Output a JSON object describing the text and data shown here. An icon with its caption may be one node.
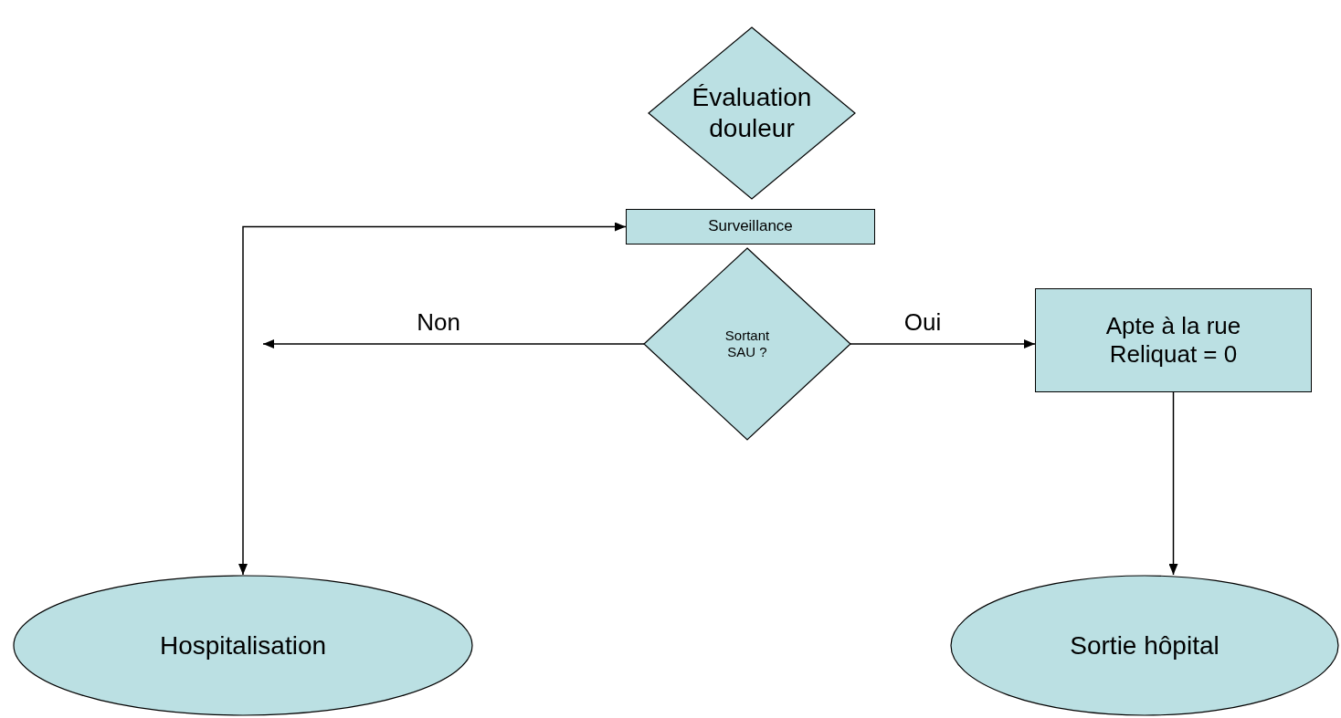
{
  "diagram": {
    "nodes": [
      {
        "text": [
          "Évaluation douleur"
        ]
      },
      {
        "text": [
          "Surveillance"
        ]
      },
      {
        "text": [
          "Sortant SAU ?"
        ]
      },
      {
        "text": [
          "Apte à la rue Reliquat = 0"
        ]
      },
      {
        "text": [
          "Hospitalisation"
        ]
      },
      {
        "text": [
          "Sortie hôpital"
        ]
      }
    ],
    "edges": [
      {
        "from": 2,
        "to": null,
        "arrow": "to",
        "label": "Non"
      },
      {
        "from": 2,
        "to": 3,
        "arrow": "to",
        "label": "Oui"
      },
      {
        "from": 3,
        "to": 5,
        "arrow": "to"
      },
      {
        "from": 4,
        "to": 1,
        "arrow": "both"
      }
    ]
  }
}
